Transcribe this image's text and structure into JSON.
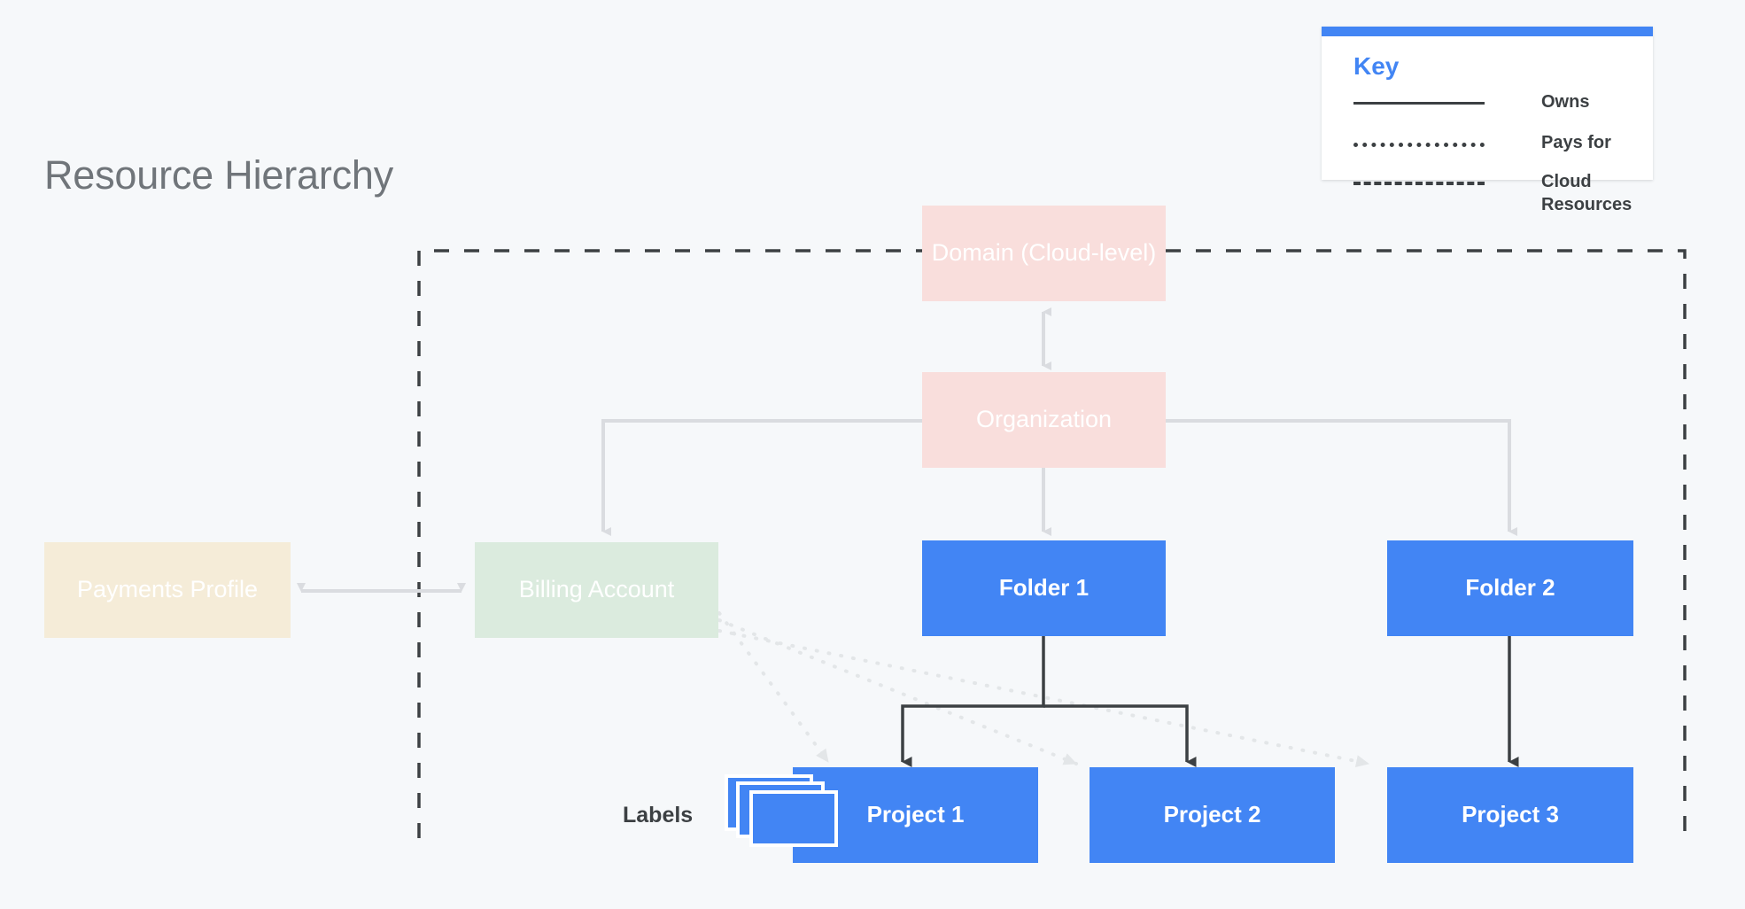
{
  "page": {
    "title": "Resource Hierarchy",
    "background_color": "#f6f8fa"
  },
  "colors": {
    "accent_blue": "#4285f4",
    "pink": "#f9dedc",
    "green": "#dbebde",
    "cream": "#f5ecd8",
    "text_dark": "#3c4043",
    "title_gray": "#70757a",
    "connector_gray": "#dadce0"
  },
  "key": {
    "title": "Key",
    "entries": [
      {
        "style": "solid",
        "label": "Owns"
      },
      {
        "style": "dotted",
        "label": "Pays for"
      },
      {
        "style": "dashed",
        "label": "Cloud Resources"
      }
    ]
  },
  "nodes": {
    "domain": "Domain (Cloud-level)",
    "organization": "Organization",
    "payments_profile": "Payments Profile",
    "billing_account": "Billing Account",
    "folder_1": "Folder 1",
    "folder_2": "Folder 2",
    "project_1": "Project 1",
    "project_2": "Project 2",
    "project_3": "Project 3",
    "labels": "Labels"
  },
  "diagram_data": {
    "type": "hierarchy-diagram",
    "edges": [
      {
        "from": "domain",
        "to": "organization",
        "style": "solid",
        "direction": "both"
      },
      {
        "from": "organization",
        "to": "billing_account",
        "style": "solid",
        "direction": "down"
      },
      {
        "from": "organization",
        "to": "folder_1",
        "style": "solid",
        "direction": "down"
      },
      {
        "from": "organization",
        "to": "folder_2",
        "style": "solid",
        "direction": "down"
      },
      {
        "from": "payments_profile",
        "to": "billing_account",
        "style": "solid",
        "direction": "both"
      },
      {
        "from": "folder_1",
        "to": "project_1",
        "style": "solid",
        "direction": "down"
      },
      {
        "from": "folder_1",
        "to": "project_2",
        "style": "solid",
        "direction": "down"
      },
      {
        "from": "folder_2",
        "to": "project_3",
        "style": "solid",
        "direction": "down"
      },
      {
        "from": "billing_account",
        "to": "project_1",
        "style": "dotted",
        "direction": "down"
      },
      {
        "from": "billing_account",
        "to": "project_2",
        "style": "dotted",
        "direction": "down"
      },
      {
        "from": "billing_account",
        "to": "project_3",
        "style": "dotted",
        "direction": "down"
      }
    ],
    "cloud_boundary": {
      "style": "dashed",
      "encloses": [
        "domain",
        "organization",
        "billing_account",
        "folder_1",
        "folder_2",
        "project_1",
        "project_2",
        "project_3"
      ]
    }
  }
}
